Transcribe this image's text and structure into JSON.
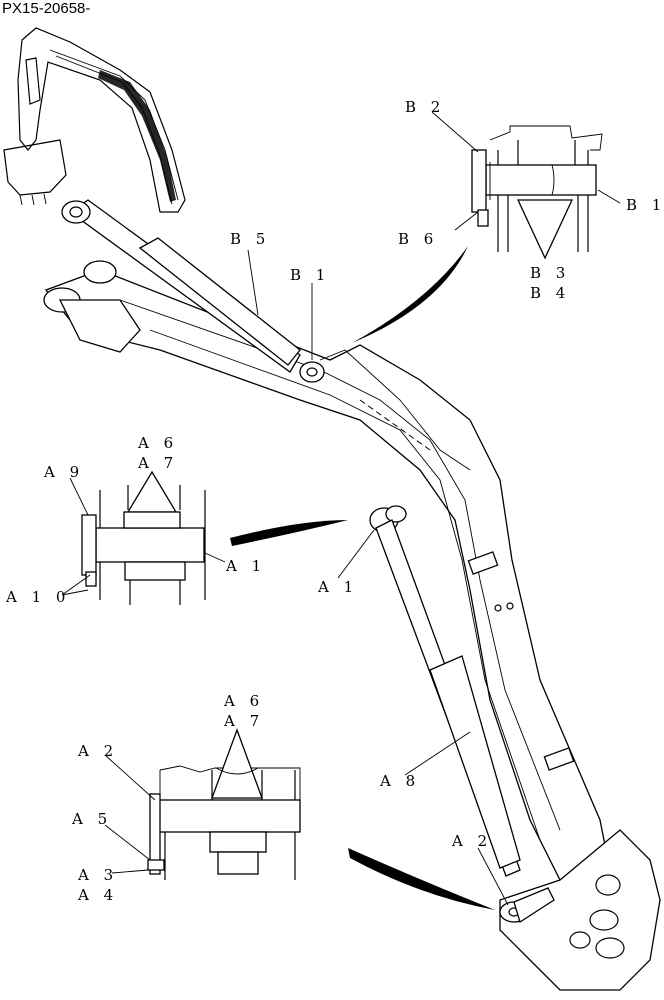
{
  "document": {
    "id": "PX15-20658-"
  },
  "callouts": {
    "B2": "B 2",
    "B1_detail": "B 1",
    "B6": "B 6",
    "B3": "B 3",
    "B4": "B 4",
    "B5": "B 5",
    "B1_main": "B 1",
    "A6_top": "A 6",
    "A7_top": "A 7",
    "A9": "A 9",
    "A1_detail": "A 1",
    "A10": "A 1 0",
    "A1_main": "A 1",
    "A6_bottom": "A 6",
    "A7_bottom": "A 7",
    "A2_detail": "A 2",
    "A5": "A 5",
    "A3": "A 3",
    "A4": "A 4",
    "A8": "A 8",
    "A2_main": "A 2"
  }
}
